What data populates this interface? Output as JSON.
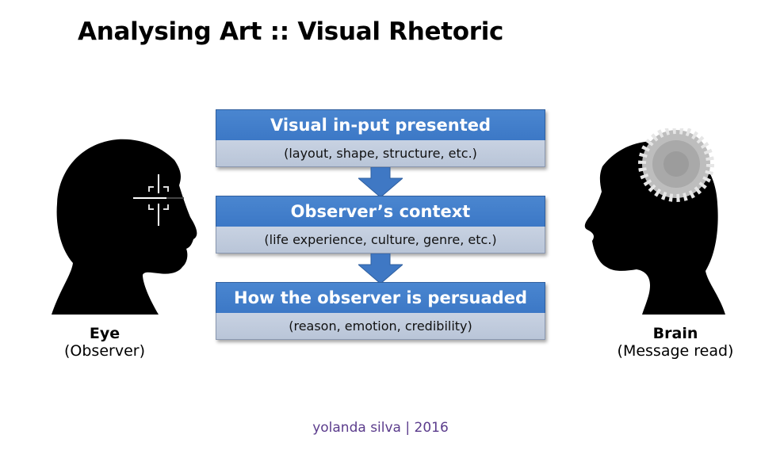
{
  "title": "Analysing Art :: Visual Rhetoric",
  "flow": [
    {
      "heading": "Visual in-put presented",
      "detail": "(layout, shape, structure, etc.)"
    },
    {
      "heading": "Observer’s context",
      "detail": "(life experience, culture, genre, etc.)"
    },
    {
      "heading": "How the observer is persuaded",
      "detail": "(reason, emotion, credibility)"
    }
  ],
  "left_figure": {
    "label": "Eye",
    "sublabel": "(Observer)",
    "icon": "crosshair-icon"
  },
  "right_figure": {
    "label": "Brain",
    "sublabel": "(Message read)",
    "icon": "spiral-icon"
  },
  "footer": "yolanda silva | 2016",
  "colors": {
    "box_head": "#3f7cc9",
    "box_sub": "#c0cadb",
    "footer": "#5b3c8c"
  }
}
